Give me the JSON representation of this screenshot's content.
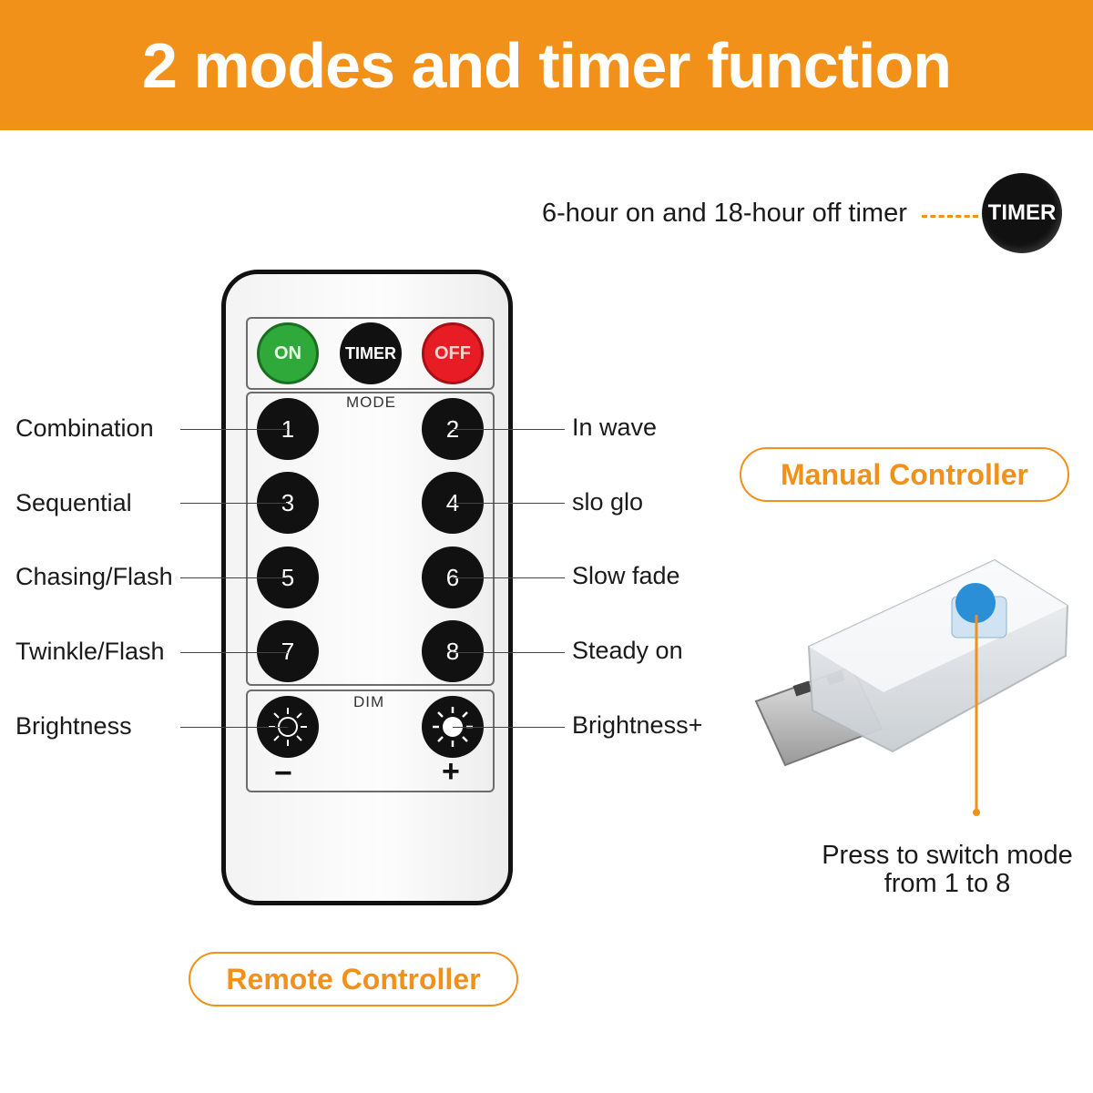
{
  "banner": {
    "title": "2 modes and timer function"
  },
  "timer_note": {
    "text": "6-hour on and 18-hour off timer",
    "badge": "TIMER"
  },
  "remote": {
    "on_label": "ON",
    "timer_label": "TIMER",
    "off_label": "OFF",
    "mode_label": "MODE",
    "dim_label": "DIM",
    "minus": "−",
    "plus": "+",
    "buttons": [
      "1",
      "2",
      "3",
      "4",
      "5",
      "6",
      "7",
      "8"
    ],
    "caption": "Remote Controller"
  },
  "modes_left": [
    "Combination",
    "Sequential",
    "Chasing/Flash",
    "Twinkle/Flash",
    "Brightness"
  ],
  "modes_right": [
    "In wave",
    "slo glo",
    "Slow fade",
    "Steady on",
    "Brightness+"
  ],
  "manual": {
    "caption": "Manual Controller",
    "press_line1": "Press to switch mode",
    "press_line2": "from 1 to 8"
  },
  "colors": {
    "accent": "#f19119",
    "on": "#2faa3a",
    "off": "#e81c24",
    "button": "#111111",
    "usb_button": "#2a8fd6"
  }
}
